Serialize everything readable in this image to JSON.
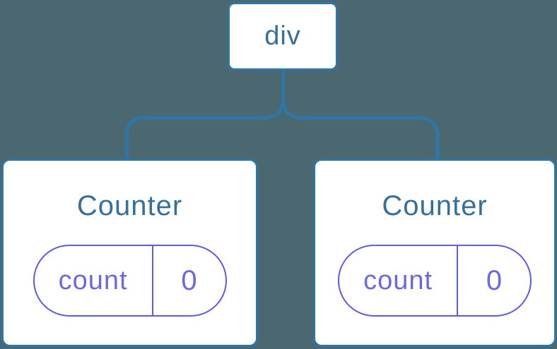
{
  "diagram": {
    "type": "component-tree",
    "background_color": "#4b6871",
    "root": {
      "label": "div"
    },
    "counters": [
      {
        "title": "Counter",
        "state": {
          "key": "count",
          "value": "0"
        }
      },
      {
        "title": "Counter",
        "state": {
          "key": "count",
          "value": "0"
        }
      }
    ],
    "colors": {
      "card_background": "#ffffff",
      "card_border": "#2e76a8",
      "connector_line": "#2e76a8",
      "node_label_text": "#35709c",
      "state_pill_border": "#5c5ce0",
      "state_pill_text": "#6b68e4"
    }
  }
}
